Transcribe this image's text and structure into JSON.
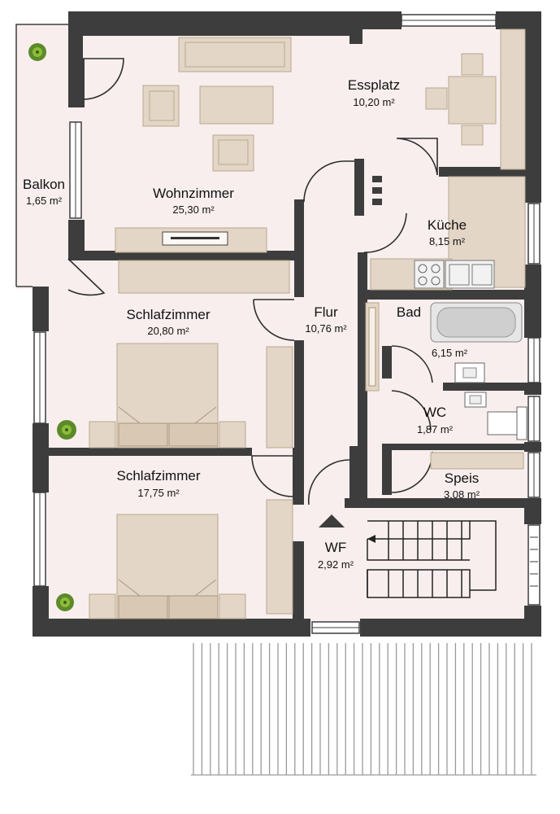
{
  "rooms": {
    "esszimmer": {
      "name": "Essplatz",
      "area": "10,20 m²"
    },
    "wohnzimmer": {
      "name": "Wohnzimmer",
      "area": "25,30 m²"
    },
    "balkon": {
      "name": "Balkon",
      "area": "1,65 m²"
    },
    "kueche": {
      "name": "Küche",
      "area": "8,15 m²"
    },
    "flur": {
      "name": "Flur",
      "area": "10,76 m²"
    },
    "bad": {
      "name": "Bad",
      "area": "6,15 m²"
    },
    "schlaf1": {
      "name": "Schlafzimmer",
      "area": "20,80 m²"
    },
    "schlaf2": {
      "name": "Schlafzimmer",
      "area": "17,75 m²"
    },
    "wc": {
      "name": "WC",
      "area": "1,87 m²"
    },
    "speis": {
      "name": "Speis",
      "area": "3,08 m²"
    },
    "wf": {
      "name": "WF",
      "area": "2,92 m²"
    }
  },
  "colors": {
    "floor": "#f9eeee",
    "wall": "#3d3d3d",
    "furniture": "#e3d6c6",
    "plant": "#5c8a2a"
  }
}
